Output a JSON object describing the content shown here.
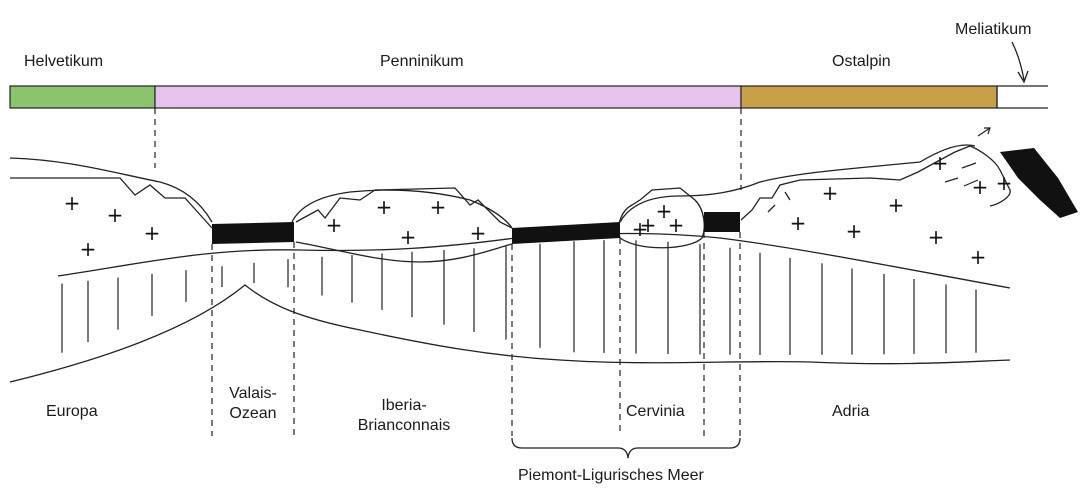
{
  "top_labels": {
    "helvetikum": "Helvetikum",
    "penninikum": "Penninikum",
    "ostalpin": "Ostalpin",
    "meliatikum": "Meliatikum"
  },
  "zone_colors": {
    "helvetikum": "#8cc46e",
    "penninikum": "#e6c3ec",
    "ostalpin": "#c9a04a"
  },
  "bottom_labels": {
    "europa": "Europa",
    "valais_line1": "Valais-",
    "valais_line2": "Ozean",
    "iberia_line1": "Iberia-",
    "iberia_line2": "Brianconnais",
    "cervinia": "Cervinia",
    "adria": "Adria",
    "piemont": "Piemont-Ligurisches Meer"
  }
}
